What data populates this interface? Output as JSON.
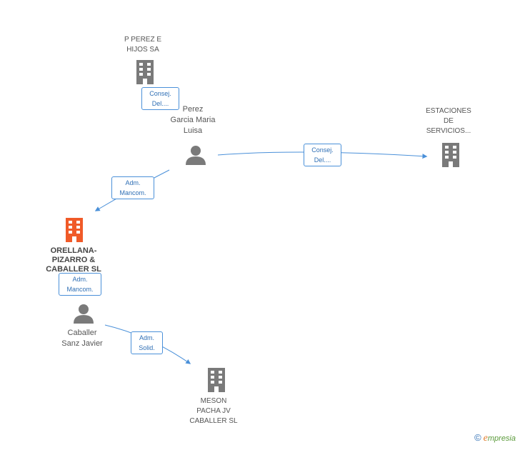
{
  "colors": {
    "node": "#7a7a7a",
    "focus": "#f05a28",
    "edge": "#4a90d9"
  },
  "nodes": {
    "perez_hijos": {
      "label": "P PEREZ E\nHIJOS SA",
      "icon": "building-icon"
    },
    "perez_garcia": {
      "label": "Perez\nGarcia Maria\nLuisa",
      "icon": "person-icon"
    },
    "estaciones": {
      "label": "ESTACIONES\nDE\nSERVICIOS...",
      "icon": "building-icon"
    },
    "orellana": {
      "label": "ORELLANA-\nPIZARRO &\nCABALLER SL",
      "icon": "building-icon"
    },
    "caballer": {
      "label": "Caballer\nSanz Javier",
      "icon": "person-icon"
    },
    "meson": {
      "label": "MESON\nPACHA JV\nCABALLER SL",
      "icon": "building-icon"
    }
  },
  "edges": {
    "e1": {
      "label": "Consej.\nDel...."
    },
    "e2": {
      "label": "Consej.\nDel...."
    },
    "e3": {
      "label": "Adm.\nMancom."
    },
    "e4": {
      "label": "Adm.\nMancom."
    },
    "e5": {
      "label": "Adm.\nSolid."
    }
  },
  "footer": {
    "copyright": "©",
    "brand_initial": "e",
    "brand_rest": "mpresia"
  }
}
